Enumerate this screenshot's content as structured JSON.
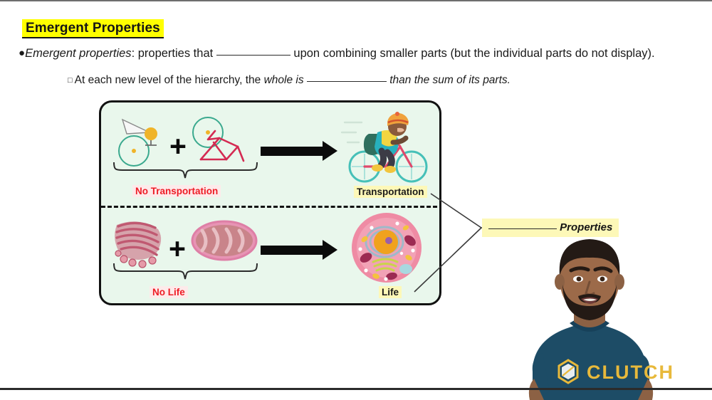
{
  "slide": {
    "heading": "Emergent Properties",
    "bullets": [
      {
        "marker": "●",
        "term": "Emergent properties",
        "text_after_term": ": properties that",
        "text_after_blank": "upon combining smaller parts (but the individual parts do not display)."
      },
      {
        "marker": "□",
        "text_before": "At each new level of the hierarchy, the",
        "italic_mid": "whole is",
        "text_after_blank": "than the sum of its parts."
      }
    ]
  },
  "diagram": {
    "top_row": {
      "parts_label": "No Transportation",
      "result_label": "Transportation",
      "plus": "+",
      "part_names": [
        "bicycle-wheel",
        "bicycle-seat",
        "bicycle-wheel",
        "bicycle-frame"
      ],
      "result_name": "cyclist-illustration"
    },
    "bottom_row": {
      "parts_label": "No Life",
      "result_label": "Life",
      "plus": "+",
      "part_names": [
        "golgi-apparatus",
        "mitochondrion"
      ],
      "result_name": "animal-cell-illustration"
    },
    "callout_label_suffix": "Properties"
  },
  "presenter": {
    "shirt_logo_text": "CLUTCH"
  },
  "colors": {
    "highlight_yellow": "#ffff00",
    "label_yellow": "#fdf8b8",
    "panel_green": "#e9f7ec",
    "red_label": "#ee1c25",
    "wheel_teal": "#3aa98e",
    "frame_crimson": "#d42a52",
    "shirt_navy": "#1d4c66",
    "logo_gold": "#e8b93b"
  }
}
